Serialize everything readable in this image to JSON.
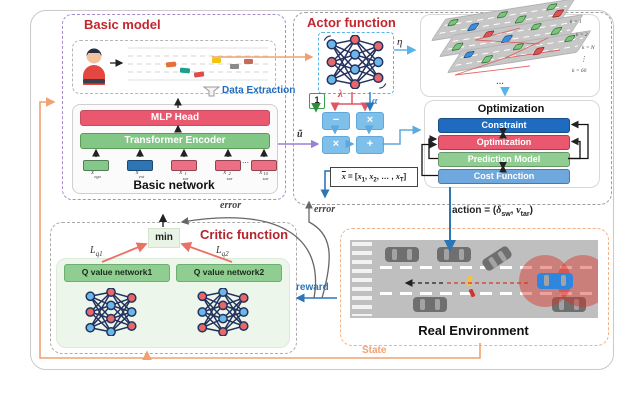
{
  "basic_model": {
    "title": "Basic model",
    "data_extraction_label": "Data Extraction",
    "mlp_head": "MLP Head",
    "transformer_encoder": "Transformer Encoder",
    "network_label": "Basic network",
    "token_ellipsis": "⋯",
    "tokens": [
      {
        "base": "x",
        "sup": "",
        "sub": "ego",
        "color": "#85C98A"
      },
      {
        "base": "x",
        "sup": "",
        "sub": "ext",
        "color": "#2E75B6"
      },
      {
        "base": "x",
        "sup": "1",
        "sub": "sur",
        "color": "#EC6F83"
      },
      {
        "base": "x",
        "sup": "2",
        "sub": "sur",
        "color": "#EC6F83"
      },
      {
        "base": "x",
        "sup": "10",
        "sub": "sur",
        "color": "#EC6F83"
      }
    ]
  },
  "actor": {
    "title": "Actor function",
    "eta": "η",
    "lambda": "λ",
    "alpha": "α",
    "one": "1",
    "u_tilde": "ũ",
    "op_minus": "−",
    "op_mul1": "×",
    "op_mul2": "×",
    "op_plus": "+",
    "formula": {
      "lhs": "x",
      "eq": " = [",
      "x1": "x",
      "s1": "1",
      "c1": ", ",
      "x2": "x",
      "s2": "2",
      "c2": ", … , ",
      "x3": "x",
      "s3": "T",
      "end": "]"
    }
  },
  "prediction": {
    "k_labels": [
      "k = 1",
      "k = 2",
      "k = N"
    ],
    "vdots": "⋮",
    "k_last": "k = 60",
    "ellipsis": "…"
  },
  "optimization": {
    "title": "Optimization",
    "bars": [
      {
        "label": "Constraint",
        "color": "#1F6BBF"
      },
      {
        "label": "Optimization",
        "color": "#E9586F"
      },
      {
        "label": "Prediction Model",
        "color": "#8FCE90"
      },
      {
        "label": "Cost Function",
        "color": "#6FA8DC"
      }
    ]
  },
  "critic": {
    "title": "Critic function",
    "min_label": "min",
    "lq1": {
      "base": "L",
      "sub": "q1"
    },
    "lq2": {
      "base": "L",
      "sub": "q2"
    },
    "q_network1": "Q value network1",
    "q_network2": "Q value network2"
  },
  "environment": {
    "title": "Real Environment",
    "action": {
      "pre": "action = (",
      "sym1": "δ",
      "sub1": "sw",
      "sep": ", ",
      "sym2": "v",
      "sub2": "tar",
      "post": ")"
    }
  },
  "signals": {
    "error_critic": "error",
    "error_actor": "error",
    "reward": "reward",
    "state": "State"
  }
}
